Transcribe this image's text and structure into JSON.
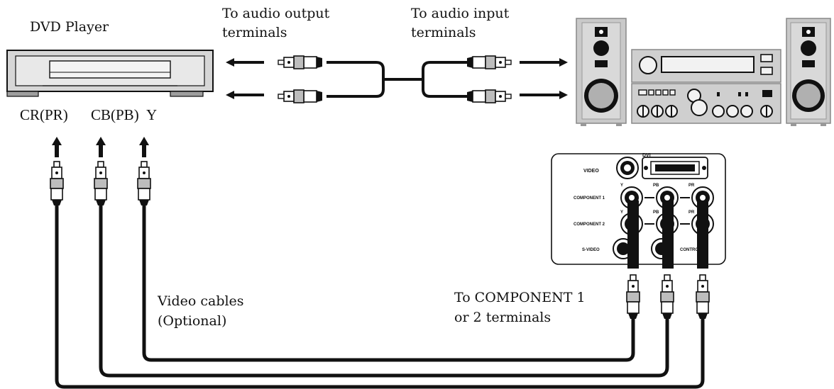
{
  "labels": {
    "dvd_player": "DVD Player",
    "audio_output": [
      "To audio output",
      "terminals"
    ],
    "audio_input": [
      "To audio input",
      "terminals"
    ],
    "jack_cr": "CR(PR)",
    "jack_cb": "CB(PB)",
    "jack_y": "Y",
    "video_cables": [
      "Video cables",
      "(Optional)"
    ],
    "to_component": [
      "To COMPONENT 1",
      "or 2 terminals"
    ]
  },
  "projector_panel": {
    "video": "VIDEO",
    "dvi": "DVI",
    "component1": "COMPONENT 1",
    "component2": "COMPONENT 2",
    "svideo": "S-VIDEO",
    "control": "CONTROL",
    "y": "Y",
    "pb": "PB",
    "pr": "PR"
  }
}
